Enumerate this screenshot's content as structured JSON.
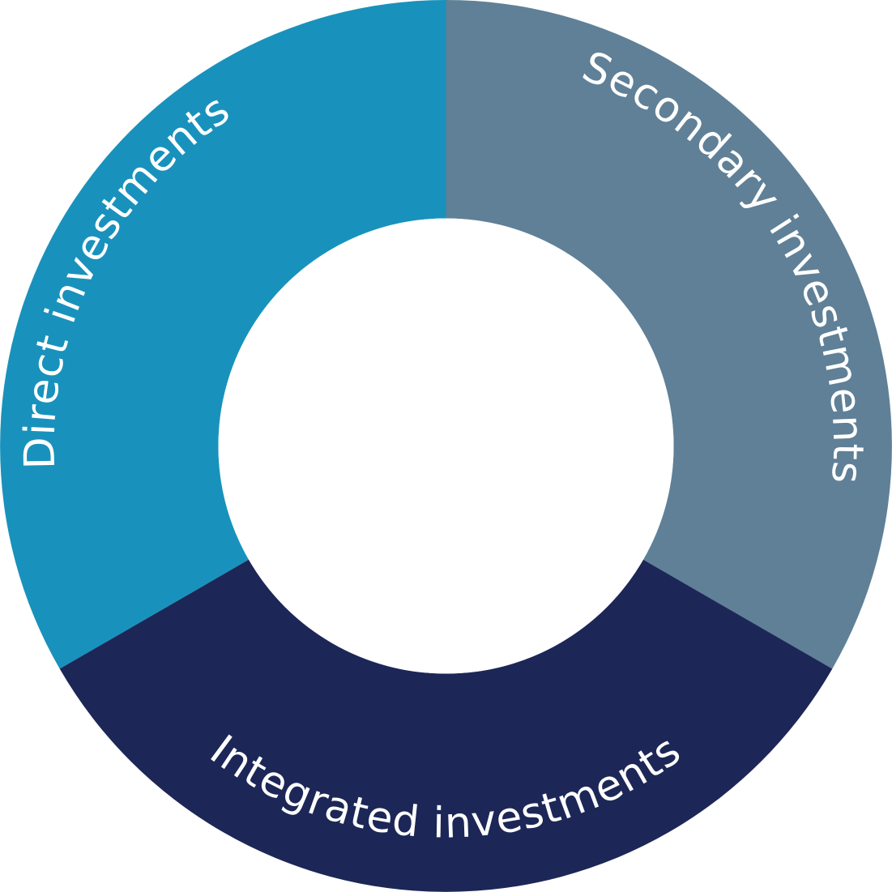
{
  "segments": [
    {
      "id": "direct",
      "label": "Direct investments",
      "color": "#1892BC"
    },
    {
      "id": "secondary",
      "label": "Secondary investments",
      "color": "#5F8097"
    },
    {
      "id": "integrated",
      "label": "Integrated investments",
      "color": "#1C2757"
    }
  ],
  "center_fill": "#FFFFFF"
}
